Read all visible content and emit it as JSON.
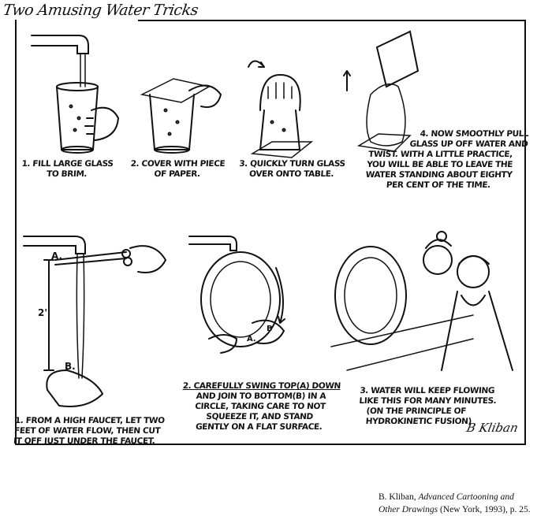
{
  "title": "Two Amusing Water Tricks",
  "trick1": {
    "steps": [
      {
        "lines": [
          "1. Fill large glass",
          "to brim."
        ]
      },
      {
        "lines": [
          "2. Cover with piece",
          "of paper."
        ]
      },
      {
        "lines": [
          "3. Quickly turn glass",
          "over onto table."
        ]
      },
      {
        "lines": [
          "4. Now smoothly pull",
          "glass up off water and",
          "twist. With a little practice,",
          "you will be able to leave the",
          "water standing about eighty",
          "per cent of the time."
        ]
      }
    ]
  },
  "trick2": {
    "labels": {
      "a": "A.",
      "height": "2'",
      "b": "B.",
      "a_small": "A.",
      "b_small": "B"
    },
    "steps": [
      {
        "lines": [
          "1. From a high faucet, let two",
          "feet of water flow, then cut",
          "it off just under the faucet."
        ]
      },
      {
        "lines": [
          "2. Carefully swing top(A) down",
          "and join to bottom(B) in a",
          "circle, taking care to not",
          "squeeze it, and stand",
          "gently on a flat surface."
        ]
      },
      {
        "lines": [
          "3. Water will keep flowing",
          "like this for many minutes.",
          "(On the principle of",
          "hydrokinetic fusion)"
        ]
      }
    ]
  },
  "signature": "B Kliban",
  "credit": {
    "author": "B. Kliban,",
    "book": "Advanced Cartooning and Other Drawings",
    "rest": "(New York, 1993), p. 25."
  }
}
